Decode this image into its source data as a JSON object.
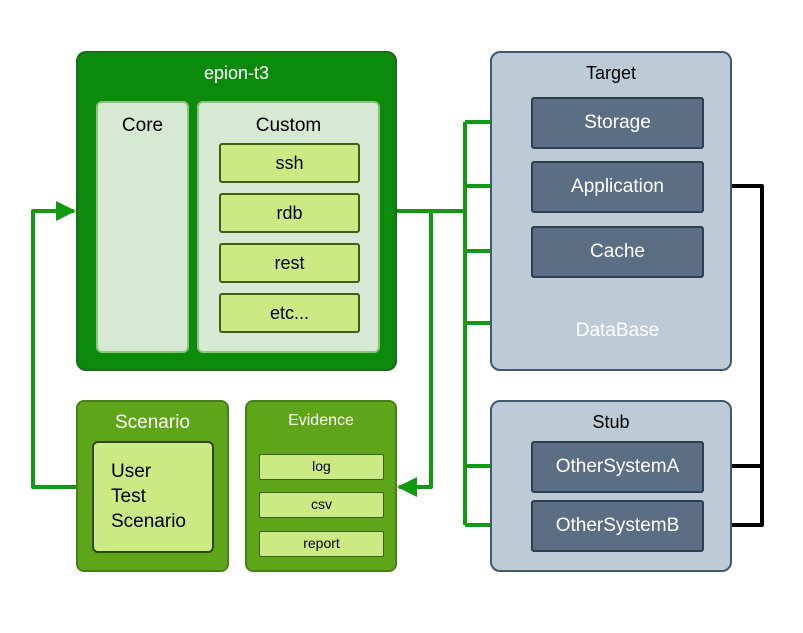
{
  "epion": {
    "title": "epion-t3",
    "core": {
      "title": "Core"
    },
    "custom": {
      "title": "Custom",
      "items": [
        "ssh",
        "rdb",
        "rest",
        "etc..."
      ]
    }
  },
  "scenario": {
    "title": "Scenario",
    "lines": [
      "User",
      "Test",
      "Scenario"
    ]
  },
  "evidence": {
    "title": "Evidence",
    "items": [
      "log",
      "csv",
      "report"
    ]
  },
  "target": {
    "title": "Target",
    "items": [
      "Storage",
      "Application",
      "Cache"
    ],
    "database": "DataBase"
  },
  "stub": {
    "title": "Stub",
    "items": [
      "OtherSystemA",
      "OtherSystemB"
    ]
  },
  "colors": {
    "green_arrow": "#119911",
    "black_arrow": "#000000",
    "epion_fill": "#0b8a0b",
    "target_fill": "#bccbd6",
    "target_item": "#5c6e84"
  }
}
